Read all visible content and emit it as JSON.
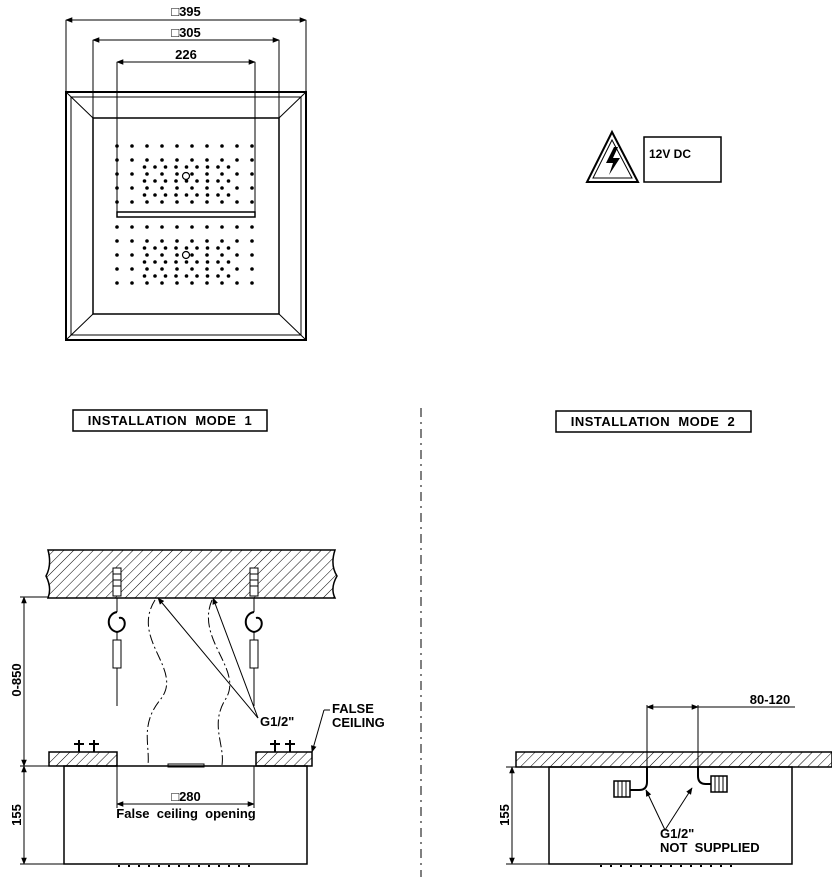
{
  "top_view": {
    "outer_dimension": "□395",
    "middle_dimension": "□305",
    "inner_dimension": "226"
  },
  "warning": {
    "icon": "electrical-hazard-triangle-icon",
    "voltage_label": "12V DC"
  },
  "mode1": {
    "title": "INSTALLATION  MODE  1",
    "height_range": "0-850",
    "body_height": "155",
    "connection_label": "G1/2\"",
    "false_ceiling_label_line1": "FALSE",
    "false_ceiling_label_line2": "CEILING",
    "opening_dimension": "□280",
    "opening_label": "False  ceiling  opening"
  },
  "mode2": {
    "title": "INSTALLATION  MODE  2",
    "spacing_dimension": "80-120",
    "body_height": "155",
    "connection_label_line1": "G1/2\"",
    "connection_label_line2": "NOT  SUPPLIED"
  }
}
